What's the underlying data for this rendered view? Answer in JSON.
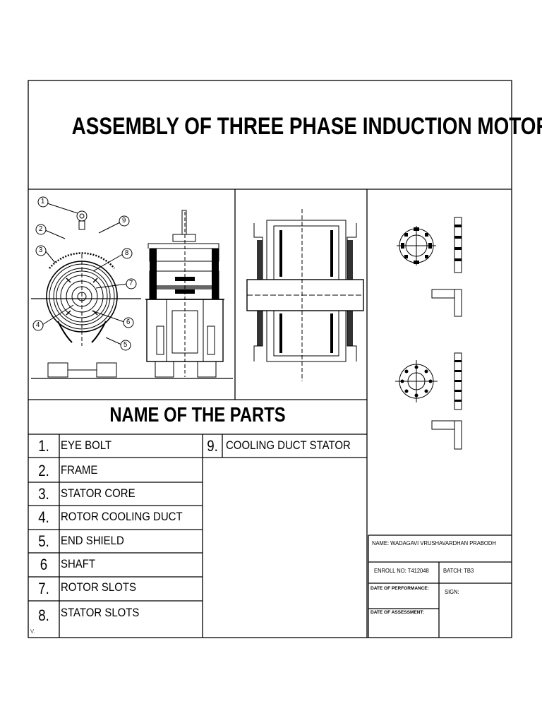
{
  "title": "ASSEMBLY OF THREE PHASE INDUCTION MOTOR",
  "callouts": [
    "1",
    "2",
    "3",
    "4",
    "5",
    "6",
    "7",
    "8",
    "9"
  ],
  "parts_heading": "NAME OF THE PARTS",
  "parts": [
    {
      "num": "1.",
      "name": "EYE BOLT"
    },
    {
      "num": "2.",
      "name": "FRAME"
    },
    {
      "num": "3.",
      "name": "STATOR CORE"
    },
    {
      "num": "4.",
      "name": "ROTOR COOLING DUCT"
    },
    {
      "num": "5.",
      "name": "END SHIELD"
    },
    {
      "num": "6",
      "name": "SHAFT"
    },
    {
      "num": "7.",
      "name": "ROTOR SLOTS"
    },
    {
      "num": "8.",
      "name": "STATOR SLOTS"
    },
    {
      "num": "9.",
      "name": "COOLING DUCT STATOR"
    }
  ],
  "corner_mark": "V.",
  "info": {
    "name": "NAME: WADAGAVI VRUSHAVARDHAN PRABODH",
    "enroll": "ENROLL NO: T412048",
    "batch": "BATCH: TB3",
    "date_performance": "DATE OF PERFORMANCE:",
    "sign": "SIGN:",
    "date_assessment": "DATE OF ASSESSMENT:"
  }
}
